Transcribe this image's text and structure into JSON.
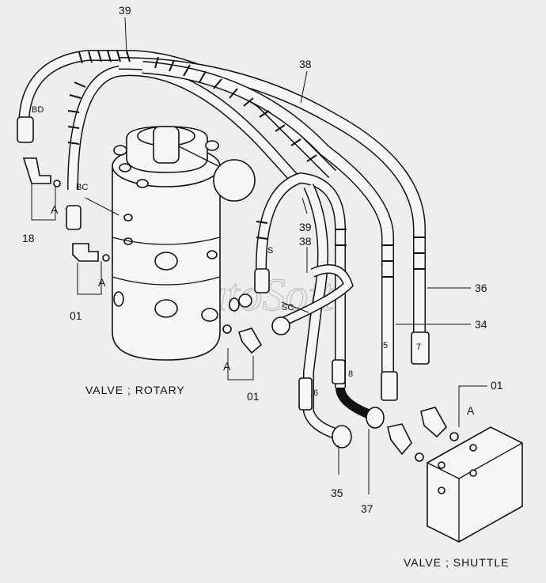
{
  "diagram": {
    "watermark": "AutoSoft",
    "captions": {
      "rotary": "VALVE ; ROTARY",
      "shuttle": "VALVE ; SHUTTLE"
    },
    "callouts": [
      {
        "id": "c-39-top",
        "text": "39"
      },
      {
        "id": "c-38-top",
        "text": "38"
      },
      {
        "id": "c-39-mid",
        "text": "39"
      },
      {
        "id": "c-38-mid",
        "text": "38"
      },
      {
        "id": "c-36",
        "text": "36"
      },
      {
        "id": "c-34",
        "text": "34"
      },
      {
        "id": "c-18",
        "text": "18"
      },
      {
        "id": "c-01-a",
        "text": "01"
      },
      {
        "id": "c-01-b",
        "text": "01"
      },
      {
        "id": "c-01-c",
        "text": "01"
      },
      {
        "id": "c-35",
        "text": "35"
      },
      {
        "id": "c-37",
        "text": "37"
      }
    ],
    "port_labels": [
      {
        "id": "p-bd",
        "text": "BD"
      },
      {
        "id": "p-bc",
        "text": "BC"
      },
      {
        "id": "p-s",
        "text": "S"
      },
      {
        "id": "p-sc",
        "text": "SC"
      },
      {
        "id": "p-6",
        "text": "6"
      },
      {
        "id": "p-8",
        "text": "8"
      },
      {
        "id": "p-5",
        "text": "5"
      },
      {
        "id": "p-7",
        "text": "7"
      }
    ],
    "detail_labels": [
      {
        "id": "a-1",
        "text": "A"
      },
      {
        "id": "a-2",
        "text": "A"
      },
      {
        "id": "a-3",
        "text": "A"
      },
      {
        "id": "a-4",
        "text": "A"
      }
    ]
  }
}
